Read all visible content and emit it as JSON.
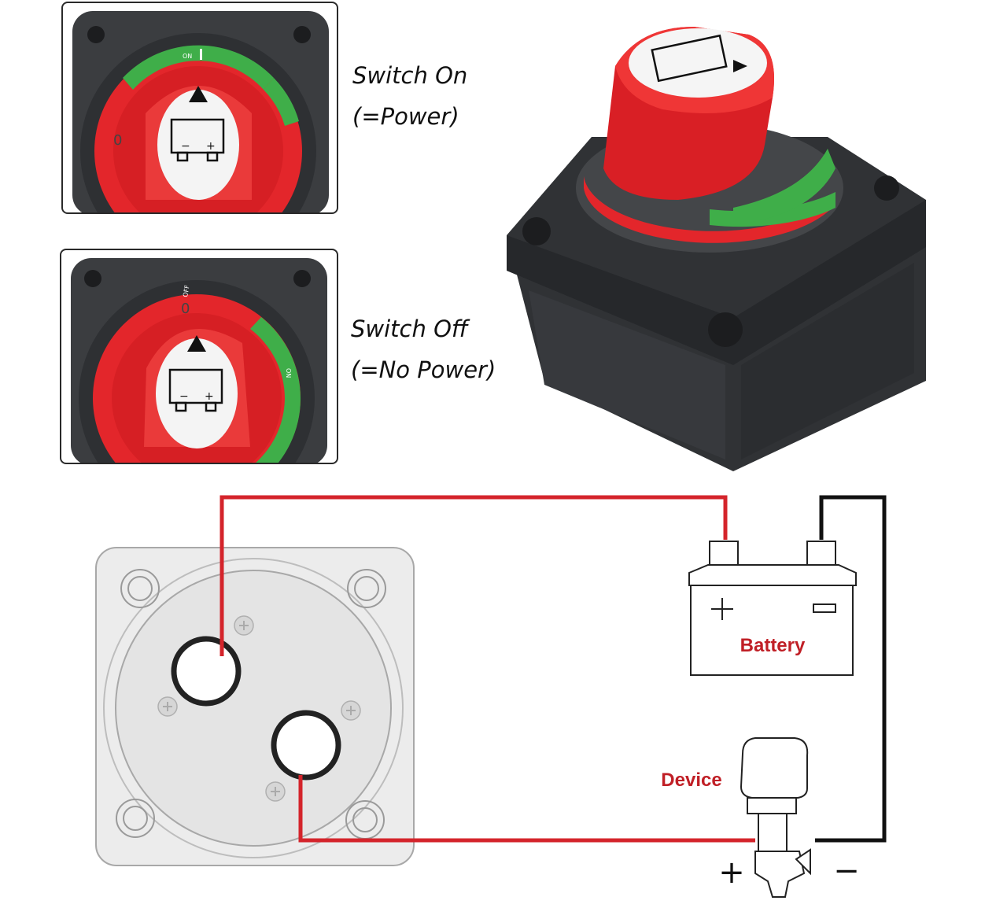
{
  "captions": {
    "switch_on": {
      "line1": "Switch On",
      "line2": "(=Power)"
    },
    "switch_off": {
      "line1": "Switch Off",
      "line2": "(=No Power)"
    }
  },
  "dial_marks": {
    "on": "ON",
    "off": "OFF",
    "zero": "0"
  },
  "wiring": {
    "battery_label": "Battery",
    "device_label": "Device",
    "plus_symbol": "+",
    "minus_symbol": "−"
  },
  "colors": {
    "red_knob": "#e3262b",
    "green_ring": "#3fae49",
    "housing": "#3b3d40",
    "wire_red": "#d4242b",
    "wire_black": "#111111",
    "label_red": "#c01f26"
  }
}
